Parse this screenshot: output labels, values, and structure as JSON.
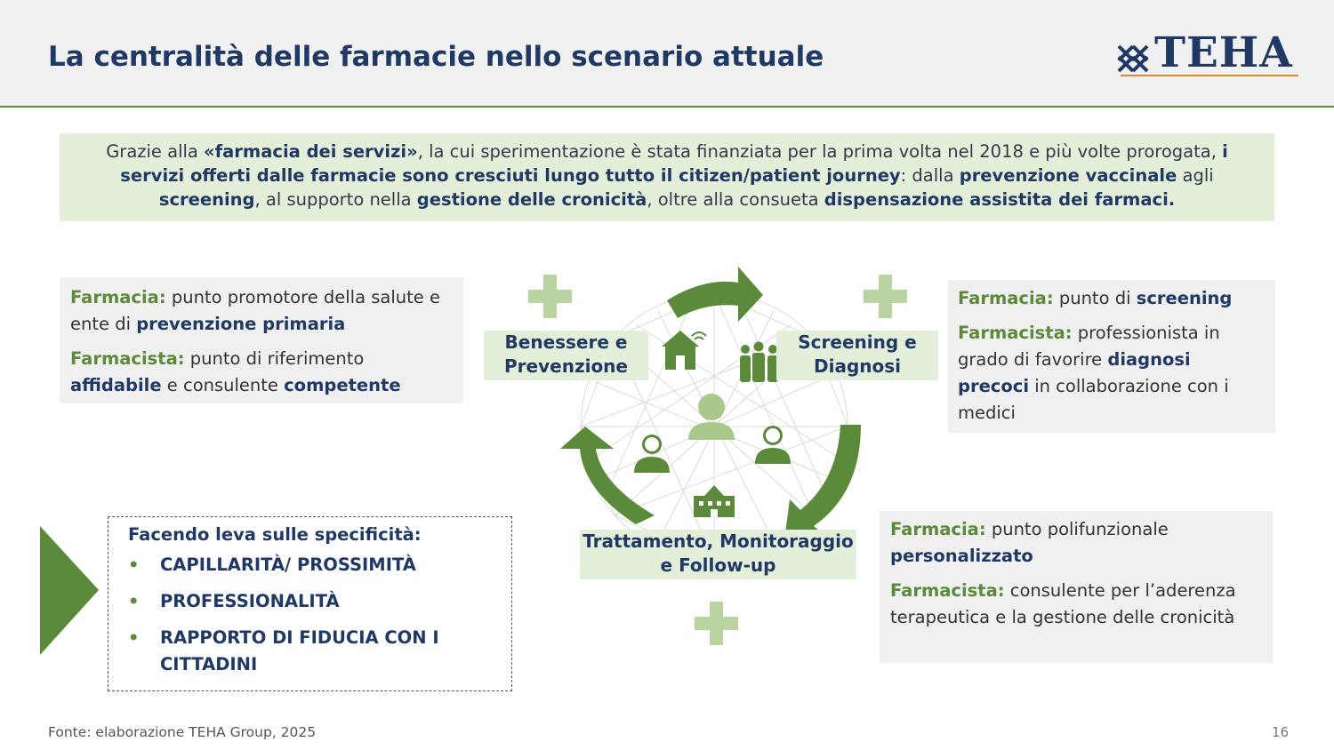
{
  "header": {
    "title": "La centralità delle farmacie nello scenario attuale",
    "logo": "TEHA"
  },
  "intro": {
    "segments": [
      {
        "t": "Grazie alla ",
        "b": false
      },
      {
        "t": "«farmacia dei servizi»",
        "b": true
      },
      {
        "t": ", la cui sperimentazione è stata finanziata per la prima volta nel 2018 e più volte prorogata, ",
        "b": false
      },
      {
        "t": "i servizi offerti dalle farmacie sono cresciuti lungo tutto il citizen/patient journey",
        "b": true
      },
      {
        "t": ": dalla ",
        "b": false
      },
      {
        "t": "prevenzione vaccinale",
        "b": true
      },
      {
        "t": " agli ",
        "b": false
      },
      {
        "t": "screening",
        "b": true
      },
      {
        "t": ", al supporto nella ",
        "b": false
      },
      {
        "t": "gestione delle cronicità",
        "b": true
      },
      {
        "t": ", oltre alla consueta ",
        "b": false
      },
      {
        "t": "dispensazione assistita dei farmaci.",
        "b": true
      }
    ]
  },
  "box_prevention": {
    "p1": [
      {
        "t": "Farmacia:",
        "s": "hl"
      },
      {
        "t": " punto promotore della salute e ente di ",
        "s": ""
      },
      {
        "t": "prevenzione primaria",
        "s": "b"
      }
    ],
    "p2": [
      {
        "t": "Farmacista:",
        "s": "hl"
      },
      {
        "t": " punto di riferimento ",
        "s": ""
      },
      {
        "t": "affidabile",
        "s": "b"
      },
      {
        "t": " e consulente ",
        "s": ""
      },
      {
        "t": "competente",
        "s": "b"
      }
    ]
  },
  "box_screening": {
    "p1": [
      {
        "t": "Farmacia:",
        "s": "hl"
      },
      {
        "t": " punto di ",
        "s": ""
      },
      {
        "t": "screening",
        "s": "b"
      }
    ],
    "p2": [
      {
        "t": "Farmacista:",
        "s": "hl"
      },
      {
        "t": " professionista in grado di favorire ",
        "s": ""
      },
      {
        "t": "diagnosi precoci",
        "s": "b"
      },
      {
        "t": " in collaborazione con i medici",
        "s": ""
      }
    ]
  },
  "box_treatment": {
    "p1": [
      {
        "t": "Farmacia:",
        "s": "hl"
      },
      {
        "t": " punto polifunzionale ",
        "s": ""
      },
      {
        "t": "personalizzato",
        "s": "b"
      }
    ],
    "p2": [
      {
        "t": "Farmacista:",
        "s": "hl"
      },
      {
        "t": " consulente per l’aderenza terapeutica e la gestione delle cronicità",
        "s": ""
      }
    ]
  },
  "lever": {
    "title": "Facendo leva sulle specificità:",
    "bullet": "•",
    "items": [
      "CAPILLARITÀ/ PROSSIMITÀ",
      "PROFESSIONALITÀ",
      "RAPPORTO DI FIDUCIA CON I CITTADINI"
    ]
  },
  "diagram": {
    "stage1": "Benessere e Prevenzione",
    "stage2": "Screening e Diagnosi",
    "stage3": "Trattamento, Monitoraggio e Follow-up",
    "icons": [
      "cross-icon",
      "house-icon",
      "family-icon",
      "person-icon",
      "doctor-icon",
      "hospital-icon"
    ]
  },
  "colors": {
    "green": "#5b8a3a",
    "light_green": "#e3efd9",
    "navy": "#1f3864",
    "grey_box": "#f0f0f0"
  },
  "footer": {
    "source": "Fonte: elaborazione TEHA Group, 2025",
    "page": "16"
  }
}
